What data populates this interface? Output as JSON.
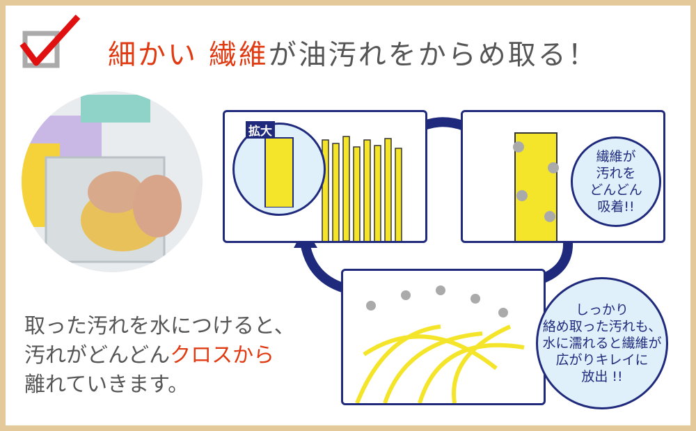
{
  "title": {
    "highlight_1": "細かい",
    "highlight_2": "繊維",
    "rest": "が油汚れをからめ取る！"
  },
  "description": {
    "line1": "取った汚れを水につけると、",
    "line2_a": "汚れがどんどん",
    "line2_b": "クロスから",
    "line3": "離れていきます。"
  },
  "zoom_label": "拡大",
  "bubble_absorb": {
    "line1": "繊維が",
    "line2": "汚れを",
    "line3": "どんどん",
    "line4": "吸着!!"
  },
  "bubble_release": {
    "line1": "しっかり",
    "line2": "絡め取った汚れも、",
    "line3": "水に濡れると繊維が",
    "line4": "広がりキレイに",
    "line5": "放出 !!"
  },
  "colors": {
    "accent": "#e03a12",
    "navy": "#1f2a7c",
    "fiber": "#f5e52a",
    "border": "#e4c99b"
  }
}
